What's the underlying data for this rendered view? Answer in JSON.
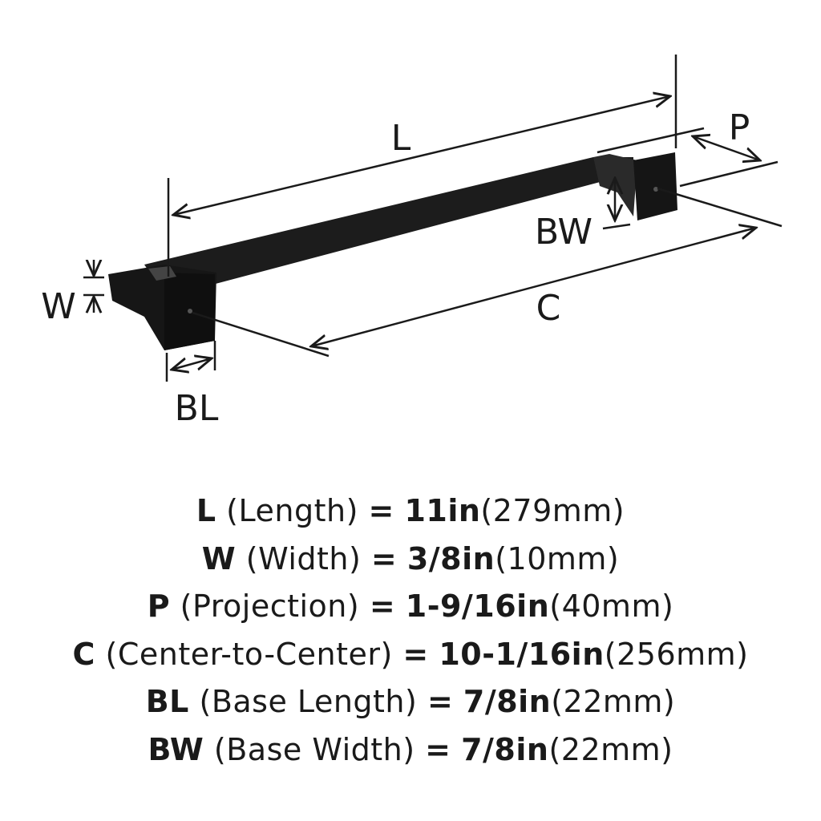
{
  "diagram": {
    "labels": {
      "L": "L",
      "P": "P",
      "BW": "BW",
      "C": "C",
      "W": "W",
      "BL": "BL"
    }
  },
  "specs": [
    {
      "code": "L",
      "name": "(Length)",
      "eq": "=",
      "imperial": "11in",
      "metric": "(279mm)"
    },
    {
      "code": "W",
      "name": "(Width)",
      "eq": "=",
      "imperial": "3/8in",
      "metric": "(10mm)"
    },
    {
      "code": "P",
      "name": "(Projection)",
      "eq": "=",
      "imperial": "1-9/16in",
      "metric": "(40mm)"
    },
    {
      "code": "C",
      "name": "(Center-to-Center)",
      "eq": "=",
      "imperial": "10-1/16in",
      "metric": "(256mm)"
    },
    {
      "code": "BL",
      "name": "(Base Length)",
      "eq": "=",
      "imperial": "7/8in",
      "metric": "(22mm)"
    },
    {
      "code": "BW",
      "name": "(Base Width)",
      "eq": "=",
      "imperial": "7/8in",
      "metric": "(22mm)"
    }
  ]
}
